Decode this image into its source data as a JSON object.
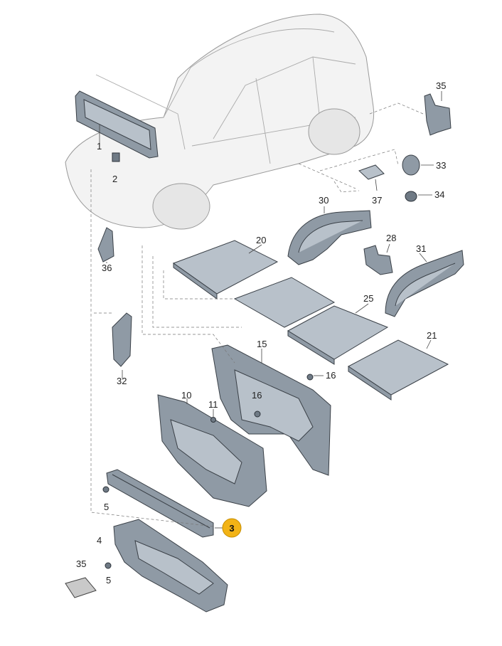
{
  "diagram": {
    "callouts": [
      {
        "id": "c1",
        "text": "1"
      },
      {
        "id": "c2",
        "text": "2"
      },
      {
        "id": "c3",
        "text": "3"
      },
      {
        "id": "c4",
        "text": "4"
      },
      {
        "id": "c5a",
        "text": "5"
      },
      {
        "id": "c5b",
        "text": "5"
      },
      {
        "id": "c10",
        "text": "10"
      },
      {
        "id": "c11",
        "text": "11"
      },
      {
        "id": "c15",
        "text": "15"
      },
      {
        "id": "c16a",
        "text": "16"
      },
      {
        "id": "c16b",
        "text": "16"
      },
      {
        "id": "c20",
        "text": "20"
      },
      {
        "id": "c21",
        "text": "21"
      },
      {
        "id": "c25",
        "text": "25"
      },
      {
        "id": "c28",
        "text": "28"
      },
      {
        "id": "c30",
        "text": "30"
      },
      {
        "id": "c31",
        "text": "31"
      },
      {
        "id": "c32",
        "text": "32"
      },
      {
        "id": "c33",
        "text": "33"
      },
      {
        "id": "c34",
        "text": "34"
      },
      {
        "id": "c35a",
        "text": "35"
      },
      {
        "id": "c35b",
        "text": "35"
      },
      {
        "id": "c36",
        "text": "36"
      },
      {
        "id": "c37",
        "text": "37"
      }
    ],
    "highlight_color": "#f2b316"
  }
}
